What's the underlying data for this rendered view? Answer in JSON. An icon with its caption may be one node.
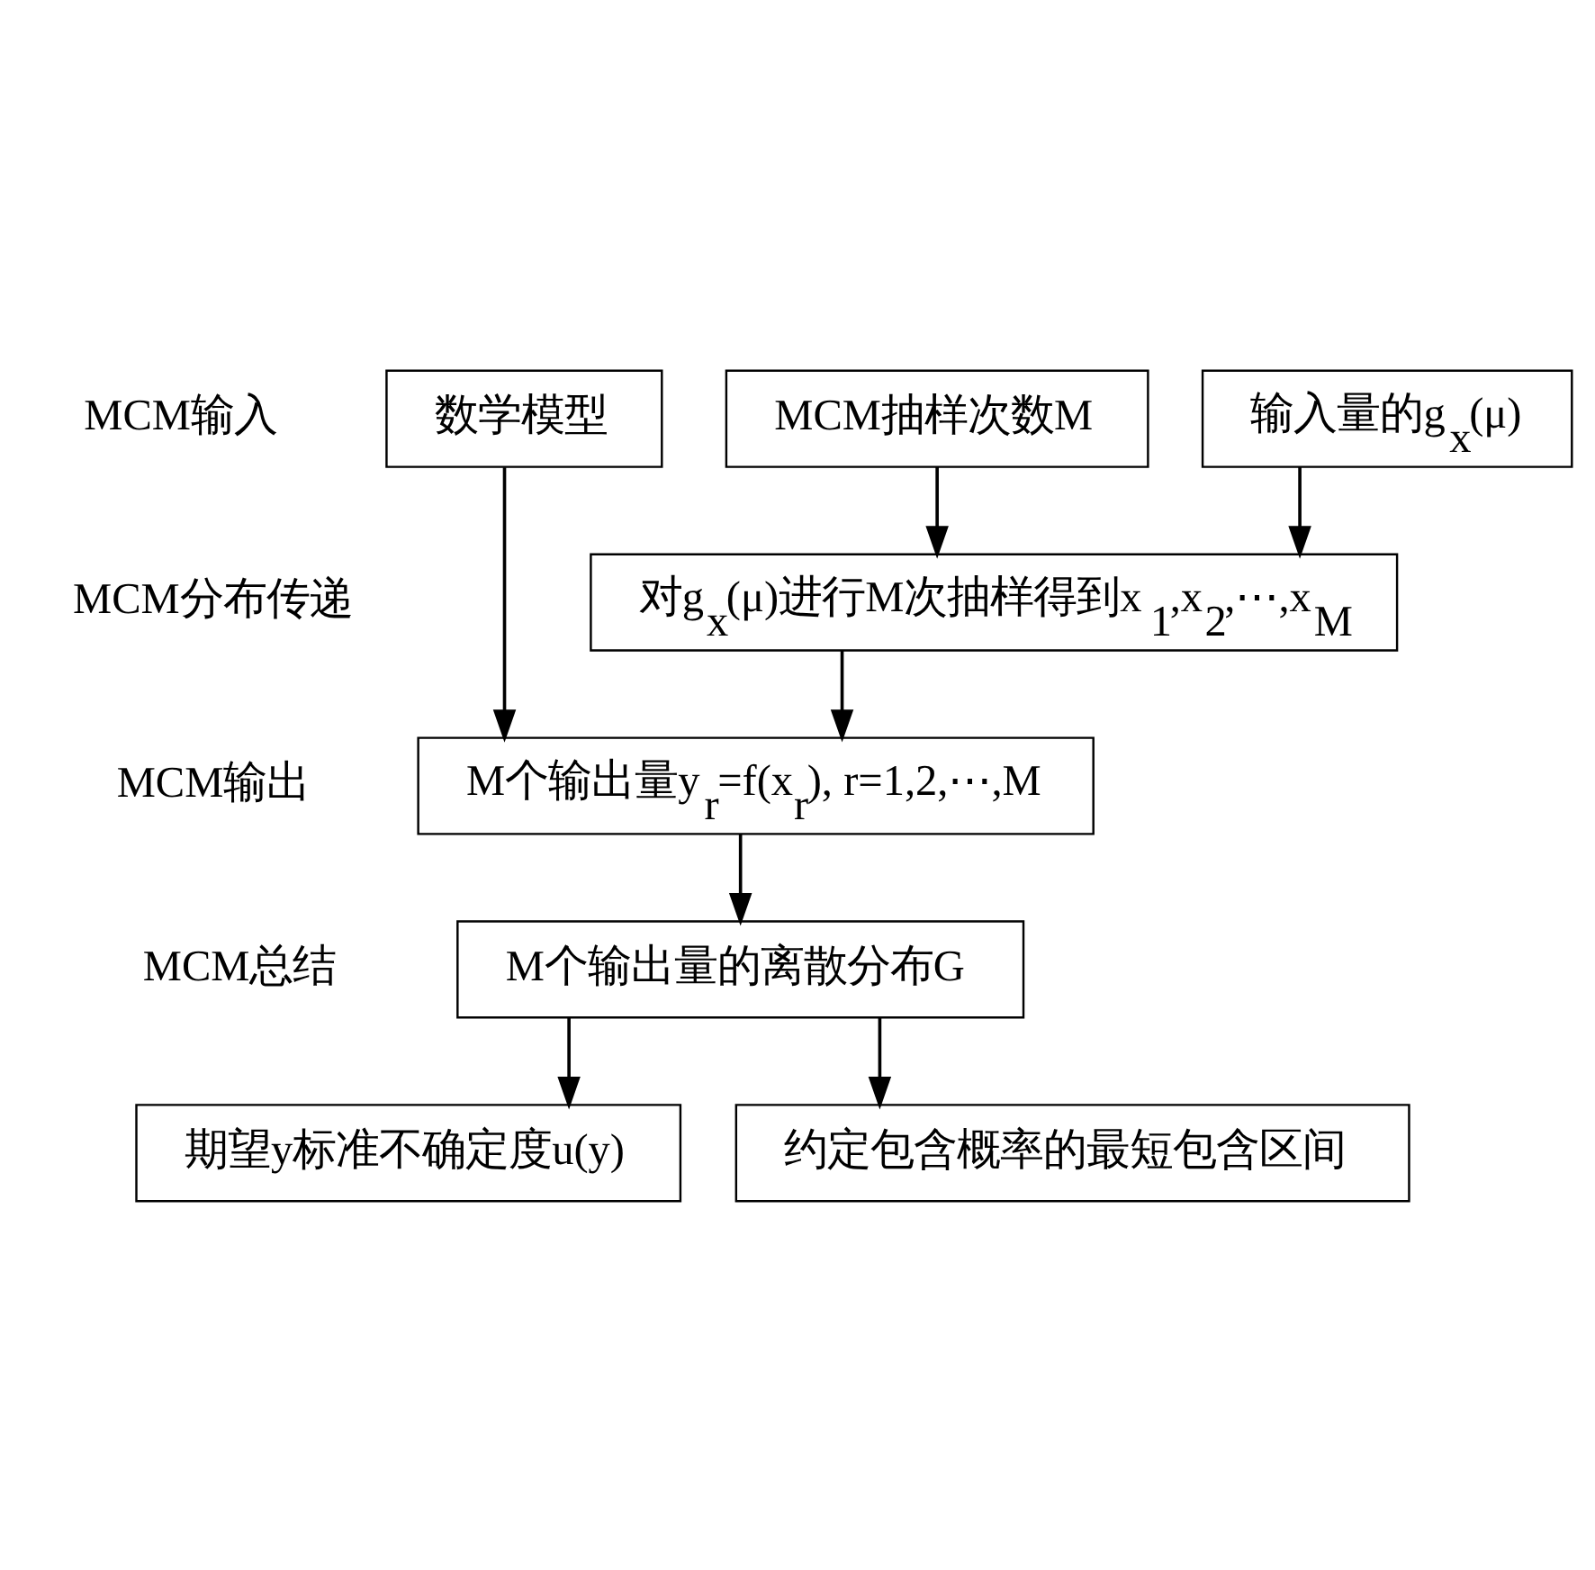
{
  "diagram": {
    "nodes": [
      {
        "text": [
          "数学模型"
        ]
      },
      {
        "text": [
          "MCM抽样次数M"
        ]
      },
      {
        "text": [
          "输入量的g$_{x}$(μ)"
        ]
      },
      {
        "text": [
          "对g$_{x}$(μ)进行M次抽样得到x$_{1}$,x$_{2}$,⋯,x$_{M}$"
        ]
      },
      {
        "text": [
          "M个输出量y$_{r}$=f(x$_{r}$), r=1,2,⋯,M"
        ]
      },
      {
        "text": [
          "M个输出量的离散分布G"
        ]
      },
      {
        "text": [
          "期望y标准不确定度u(y)"
        ]
      },
      {
        "text": [
          "约定包含概率的最短包含区间"
        ]
      }
    ],
    "edges": [
      {
        "from": 1,
        "to": 3,
        "arrow": "to"
      },
      {
        "from": 2,
        "to": 3,
        "arrow": "to"
      },
      {
        "from": 0,
        "to": 4,
        "arrow": "to"
      },
      {
        "from": 3,
        "to": 4,
        "arrow": "to"
      },
      {
        "from": 4,
        "to": 5,
        "arrow": "to"
      },
      {
        "from": 5,
        "to": 6,
        "arrow": "to"
      },
      {
        "from": 5,
        "to": 7,
        "arrow": "to"
      }
    ],
    "labels": [
      "MCM输入",
      "MCM分布传递",
      "MCM输出",
      "MCM总结"
    ]
  }
}
